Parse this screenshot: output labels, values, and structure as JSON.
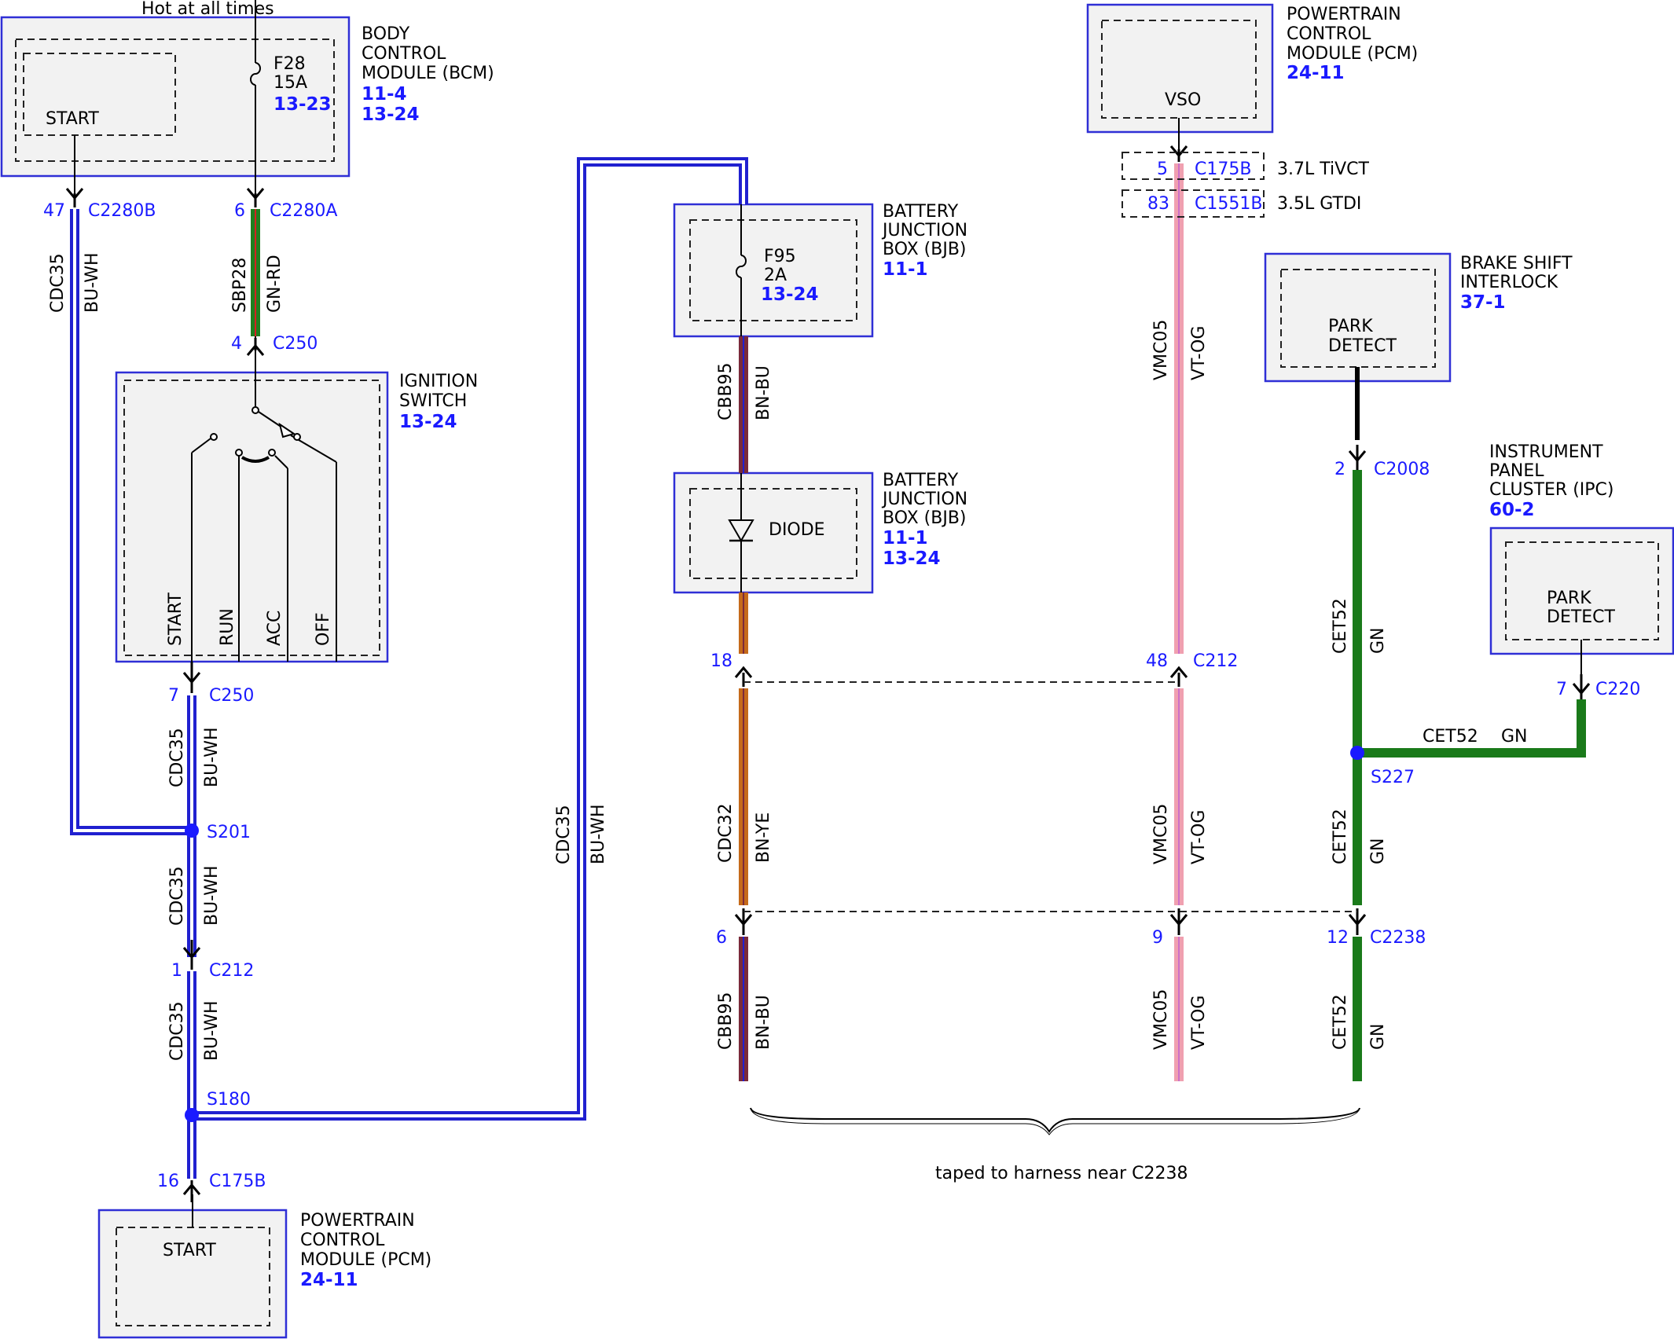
{
  "colors": {
    "BU-WH": "#2020d0",
    "GN-RD": "#1f7f1f",
    "BN-BU": "#7a2a3a",
    "BN-YE": "#c56a1a",
    "VT-OG": "#f0a0b0",
    "GN": "#1a7a1a",
    "module_border": "#2f2fd6",
    "pin_text": "#1a1aff"
  },
  "top_label": "Hot at all times",
  "bcm": {
    "title": [
      "BODY",
      "CONTROL",
      "MODULE (BCM)"
    ],
    "refs": [
      "11-4",
      "13-24"
    ],
    "start": "START",
    "fuse_id": "F28",
    "fuse_amp": "15A",
    "fuse_ref": "13-23"
  },
  "ignition": {
    "title": [
      "IGNITION",
      "SWITCH"
    ],
    "ref": "13-24",
    "positions": [
      "START",
      "RUN",
      "ACC",
      "OFF"
    ]
  },
  "pcm_bottom": {
    "title": [
      "POWERTRAIN",
      "CONTROL",
      "MODULE (PCM)"
    ],
    "ref": "24-11",
    "start": "START"
  },
  "bjb1": {
    "title": [
      "BATTERY",
      "JUNCTION",
      "BOX (BJB)"
    ],
    "ref": "11-1",
    "fuse_id": "F95",
    "fuse_amp": "2A",
    "fuse_ref": "13-24"
  },
  "bjb2": {
    "title": [
      "BATTERY",
      "JUNCTION",
      "BOX (BJB)"
    ],
    "refs": [
      "11-1",
      "13-24"
    ],
    "diode": "DIODE"
  },
  "pcm_top": {
    "title": [
      "POWERTRAIN",
      "CONTROL",
      "MODULE (PCM)"
    ],
    "ref": "24-11",
    "vso": "VSO"
  },
  "bsi": {
    "title": [
      "BRAKE SHIFT",
      "INTERLOCK"
    ],
    "ref": "37-1",
    "park": [
      "PARK",
      "DETECT"
    ]
  },
  "ipc": {
    "title": [
      "INSTRUMENT",
      "PANEL",
      "CLUSTER (IPC)"
    ],
    "ref": "60-2",
    "park": [
      "PARK",
      "DETECT"
    ]
  },
  "pins": {
    "c2280b_pin": "47",
    "c2280b": "C2280B",
    "c2280a_pin": "6",
    "c2280a": "C2280A",
    "c250a_pin": "4",
    "c250a": "C250",
    "c250b_pin": "7",
    "c250b": "C250",
    "s201": "S201",
    "c212a_pin": "1",
    "c212a": "C212",
    "s180": "S180",
    "c175b_bot_pin": "16",
    "c175b_bot": "C175B",
    "c212b_pin": "18",
    "c212c_pin": "48",
    "c212c": "C212",
    "c2238a_pin": "6",
    "c2238b_pin": "9",
    "c2238c_pin": "12",
    "c2238": "C2238",
    "c175b_top_pin": "5",
    "c175b_top": "C175B",
    "variant1": "3.7L TiVCT",
    "c1551b_pin": "83",
    "c1551b": "C1551B",
    "variant2": "3.5L GTDI",
    "c2008_pin": "2",
    "c2008": "C2008",
    "s227": "S227",
    "c220_pin": "7",
    "c220": "C220"
  },
  "wires": {
    "cdc35": "CDC35",
    "bu_wh": "BU-WH",
    "sbp28": "SBP28",
    "gn_rd": "GN-RD",
    "cbb95": "CBB95",
    "bn_bu": "BN-BU",
    "cdc32": "CDC32",
    "bn_ye": "BN-YE",
    "vmc05": "VMC05",
    "vt_og": "VT-OG",
    "cet52": "CET52",
    "gn": "GN"
  },
  "footnote": "taped to harness near C2238"
}
